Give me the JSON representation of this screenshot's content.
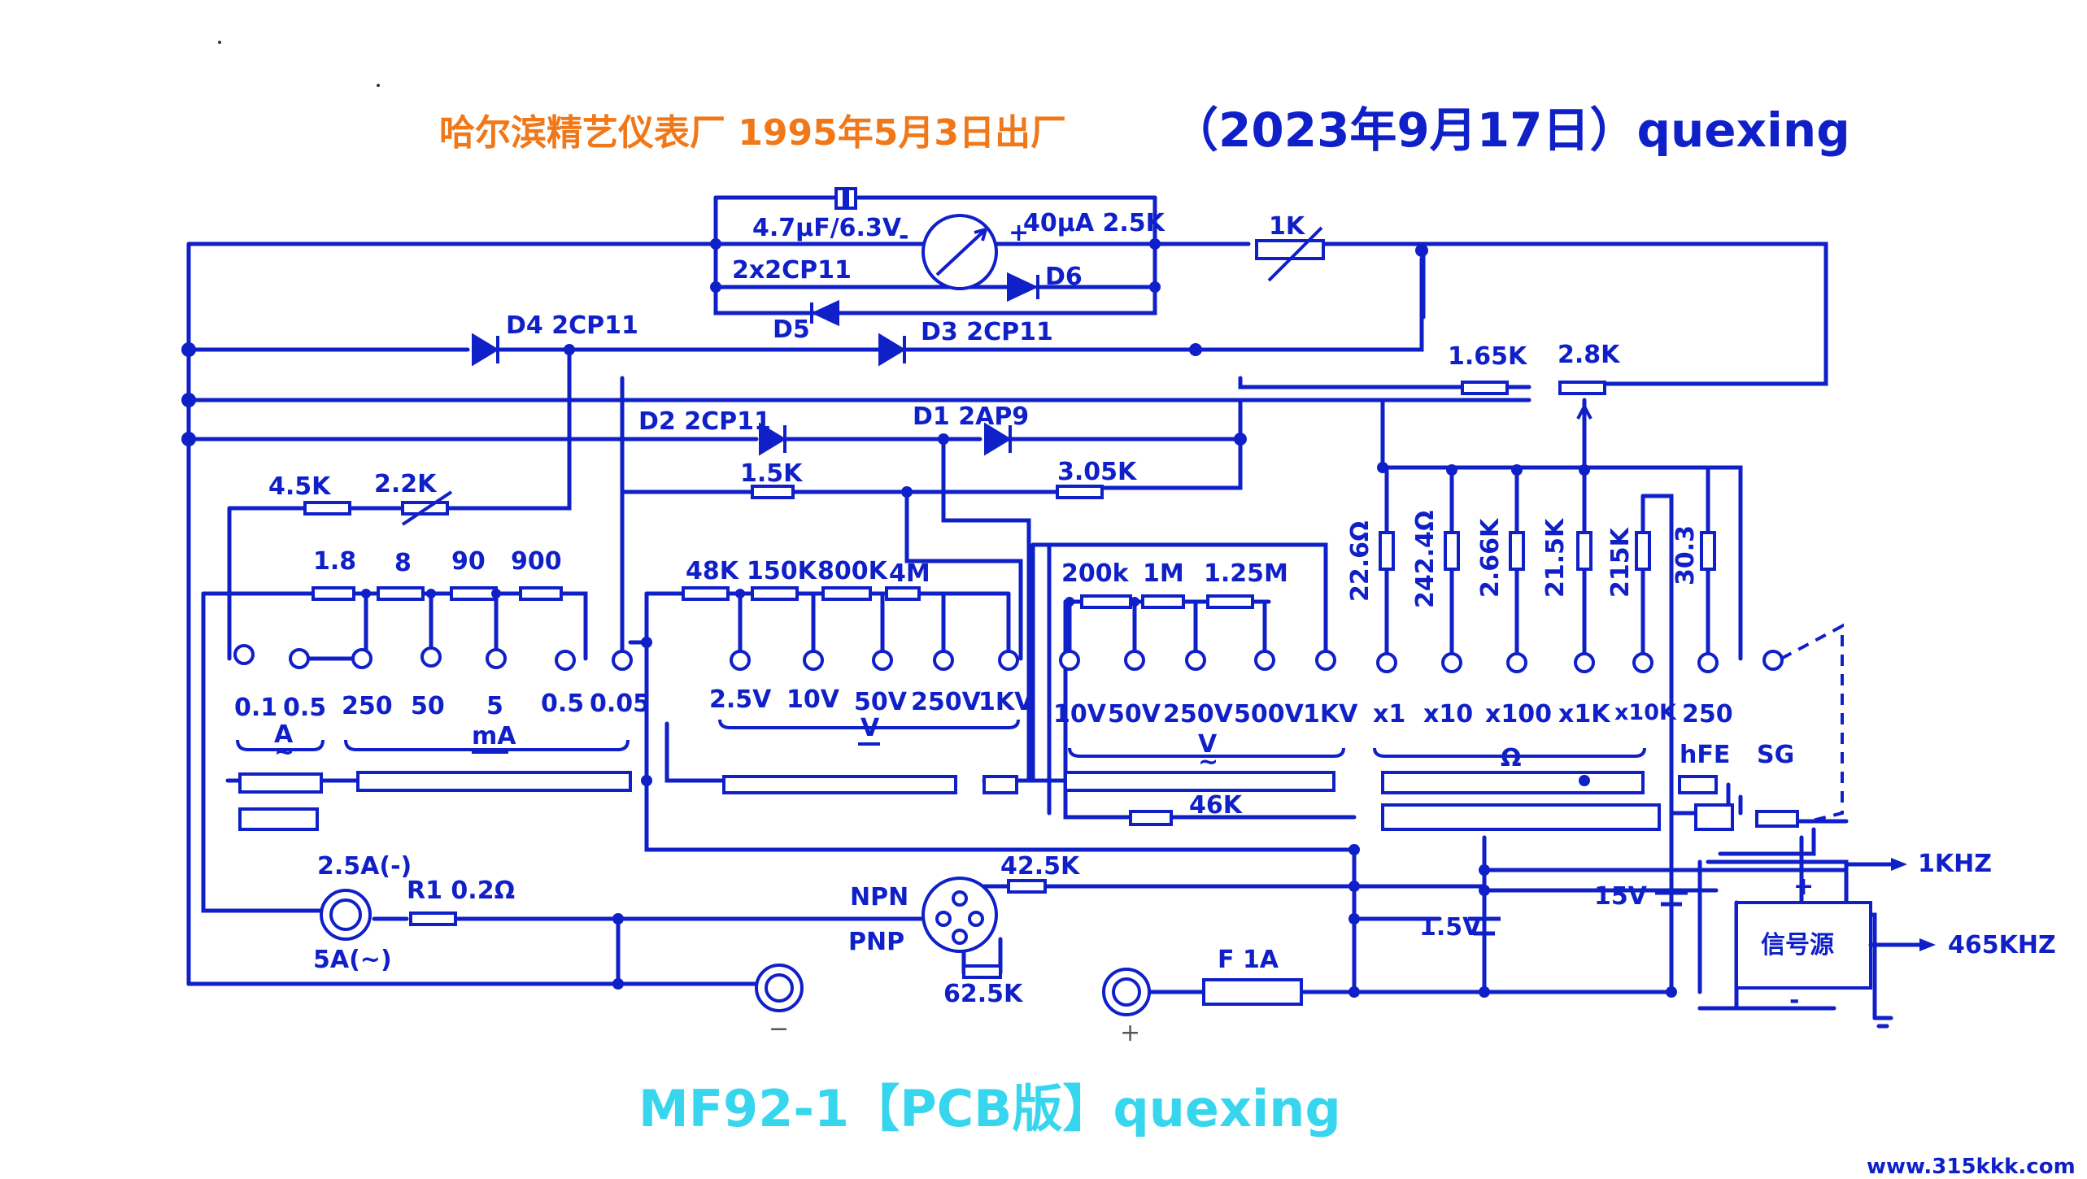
{
  "header": {
    "maker": "哈尔滨精艺仪表厂 1995年5月3日出厂",
    "note": "（2023年9月17日）quexing"
  },
  "footer": {
    "model": "MF92-1【PCB版】quexing",
    "watermark": "www.315kkk.com"
  },
  "meter": {
    "cap": "4.7μF/6.3V",
    "minus": "-",
    "plus": "+",
    "spec": "40μA 2.5K",
    "diodes_pair": "2x2CP11",
    "d6": "D6",
    "d5": "D5"
  },
  "components": {
    "r_1k": "1K",
    "d4": "D4 2CP11",
    "d3": "D3 2CP11",
    "r_1_65k": "1.65K",
    "pot_2_8k": "2.8K",
    "d2": "D2 2CP11",
    "d1": "D1 2AP9",
    "r_1_5k": "1.5K",
    "r_3_05k": "3.05K",
    "r_4_5k": "4.5K",
    "pot_2_2k": "2.2K",
    "r_46k": "46K",
    "r_42_5k": "42.5K",
    "r_62_5k": "62.5K",
    "r1": "R1 0.2Ω",
    "fuse": "F 1A",
    "bat_1_5v": "1.5V",
    "bat_15v": "15V",
    "jack_2_5a": "2.5A(-)",
    "jack_5a": "5A(~)",
    "npn": "NPN",
    "pnp": "PNP",
    "signal_source": "信号源",
    "out_1khz": "1KHZ",
    "out_465khz": "465KHZ",
    "sg_plus": "+",
    "sg_minus": "-",
    "term_minus": "−",
    "term_plus": "+"
  },
  "shunts": [
    "1.8",
    "8",
    "90",
    "900"
  ],
  "dcv_resistors": [
    "48K",
    "150K",
    "800K",
    "4M"
  ],
  "acv_resistors": [
    "200k",
    "1M",
    "1.25M"
  ],
  "ohm_resistors": [
    "22.6Ω",
    "242.4Ω",
    "2.66K",
    "21.5K",
    "215K",
    "30.3"
  ],
  "ranges": {
    "current": [
      "0.1",
      "0.5",
      "250",
      "50",
      "5",
      "0.5",
      "0.05"
    ],
    "dcv": [
      "2.5V",
      "10V",
      "50V",
      "250V",
      "1KV"
    ],
    "acv": [
      "10V",
      "50V",
      "250V",
      "500V",
      "1KV"
    ],
    "ohm": [
      "x1",
      "x10",
      "x100",
      "x1K",
      "x10K"
    ],
    "hfe_value": "250"
  },
  "groups": {
    "amp": "A",
    "amp_sym": "~",
    "ma": "mA",
    "dcv": "V",
    "acv": "V",
    "acv_sym": "~",
    "ohm": "Ω",
    "hfe": "hFE",
    "sg": "SG"
  }
}
